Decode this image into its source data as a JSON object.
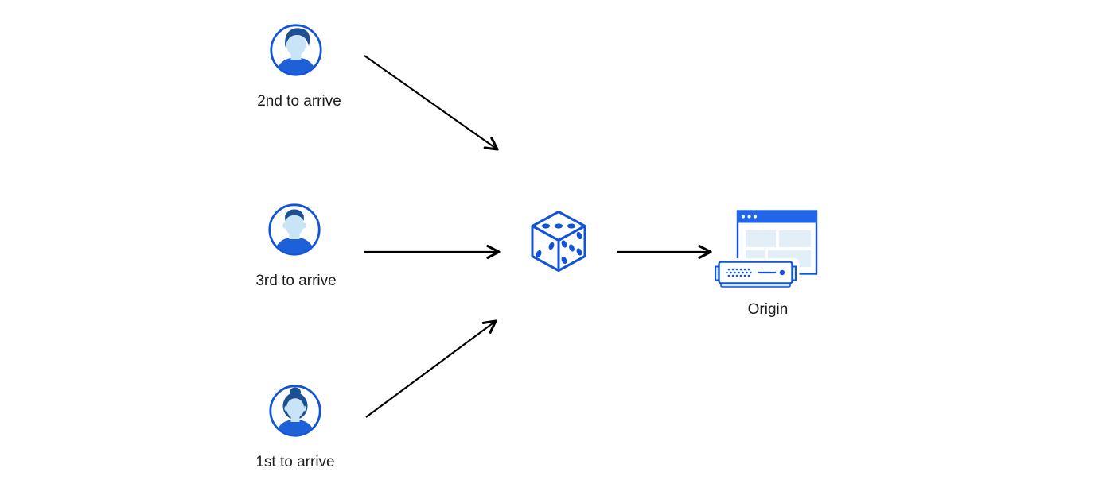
{
  "diagram": {
    "title": "random-steering-diagram",
    "users": [
      {
        "label": "2nd to arrive",
        "avatar": "man-pompadour"
      },
      {
        "label": "3rd to arrive",
        "avatar": "man-flattop"
      },
      {
        "label": "1st to arrive",
        "avatar": "woman-bun"
      }
    ],
    "center_node": {
      "name": "dice",
      "top_face_pips": 3,
      "left_face_pips": 2,
      "right_face_pips": 5
    },
    "origin": {
      "label": "Origin"
    },
    "connections": [
      {
        "from": "2nd to arrive",
        "to": "dice"
      },
      {
        "from": "3rd to arrive",
        "to": "dice"
      },
      {
        "from": "1st to arrive",
        "to": "dice"
      },
      {
        "from": "dice",
        "to": "Origin"
      }
    ]
  },
  "colors": {
    "outline_blue": "#1254d8",
    "title_bar_blue": "#2166e8",
    "hair_navy": "#1d4f93",
    "skin_light_blue": "#c9e4f6",
    "shirt_blue": "#1e60d8",
    "pale_block_blue": "#e3eff8",
    "server_tab_blue": "#cfe7f8",
    "arrow_black": "#000000",
    "text_black": "#1d1d1f",
    "background": "#ffffff"
  }
}
